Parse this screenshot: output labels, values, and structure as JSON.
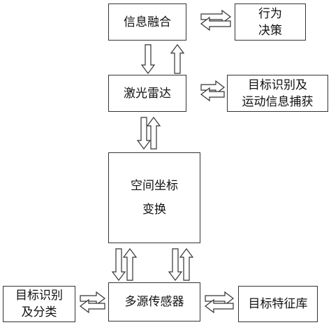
{
  "diagram": {
    "nodes": {
      "fusion": "信息融合",
      "decision": "行为\n决策",
      "lidar": "激光雷达",
      "tracking": "目标识别及\n运动信息捕获",
      "transform": "空间坐标\n变换",
      "sensors": "多源传感器",
      "classify": "目标识别\n及分类",
      "features": "目标特征库"
    },
    "edges": [
      {
        "from": "fusion",
        "to": "decision",
        "direction": "bidirectional"
      },
      {
        "from": "fusion",
        "to": "lidar",
        "direction": "bidirectional"
      },
      {
        "from": "lidar",
        "to": "tracking",
        "direction": "bidirectional"
      },
      {
        "from": "lidar",
        "to": "transform",
        "direction": "bidirectional"
      },
      {
        "from": "transform",
        "to": "sensors",
        "direction": "bidirectional"
      },
      {
        "from": "sensors",
        "to": "classify",
        "direction": "bidirectional"
      },
      {
        "from": "sensors",
        "to": "features",
        "direction": "bidirectional"
      }
    ]
  }
}
